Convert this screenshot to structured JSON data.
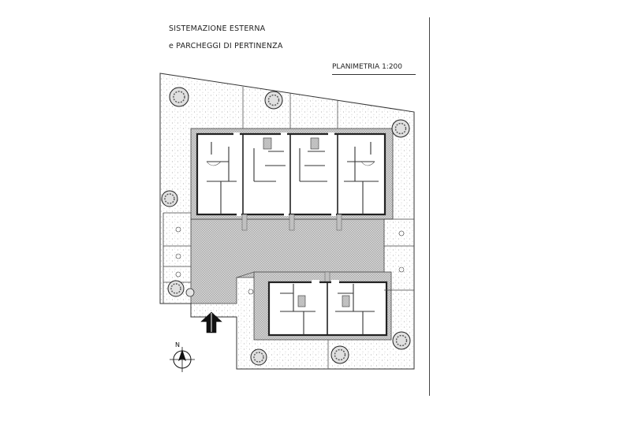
{
  "title": {
    "line1": "SISTEMAZIONE ESTERNA",
    "line2": "e PARCHEGGI DI PERTINENZA"
  },
  "scale_label": "PLANIMETRIA  1:200",
  "north_label": "N",
  "icons": {
    "north_arrow": "north-arrow-icon",
    "entrance_arrow": "entrance-arrow-icon",
    "tree": "tree-icon"
  },
  "colors": {
    "line": "#333333",
    "paving": "#bdbdbd",
    "greenery_dots": "#9a9a9a",
    "background": "#ffffff"
  }
}
